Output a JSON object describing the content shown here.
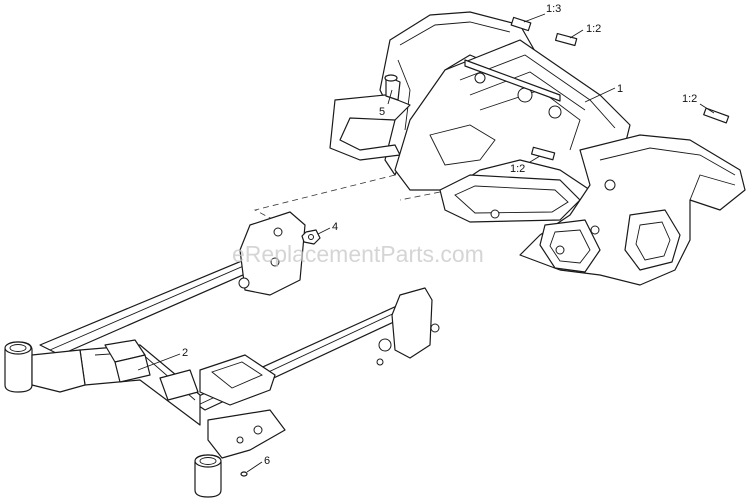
{
  "watermark": "eReplacementParts.com",
  "callouts": {
    "c1": "1",
    "c2": "2",
    "c4": "4",
    "c5": "5",
    "c6": "6",
    "decal_top": "1:3",
    "decal_right_top": "1:2",
    "decal_far_right": "1:2",
    "decal_center": "1:2"
  }
}
